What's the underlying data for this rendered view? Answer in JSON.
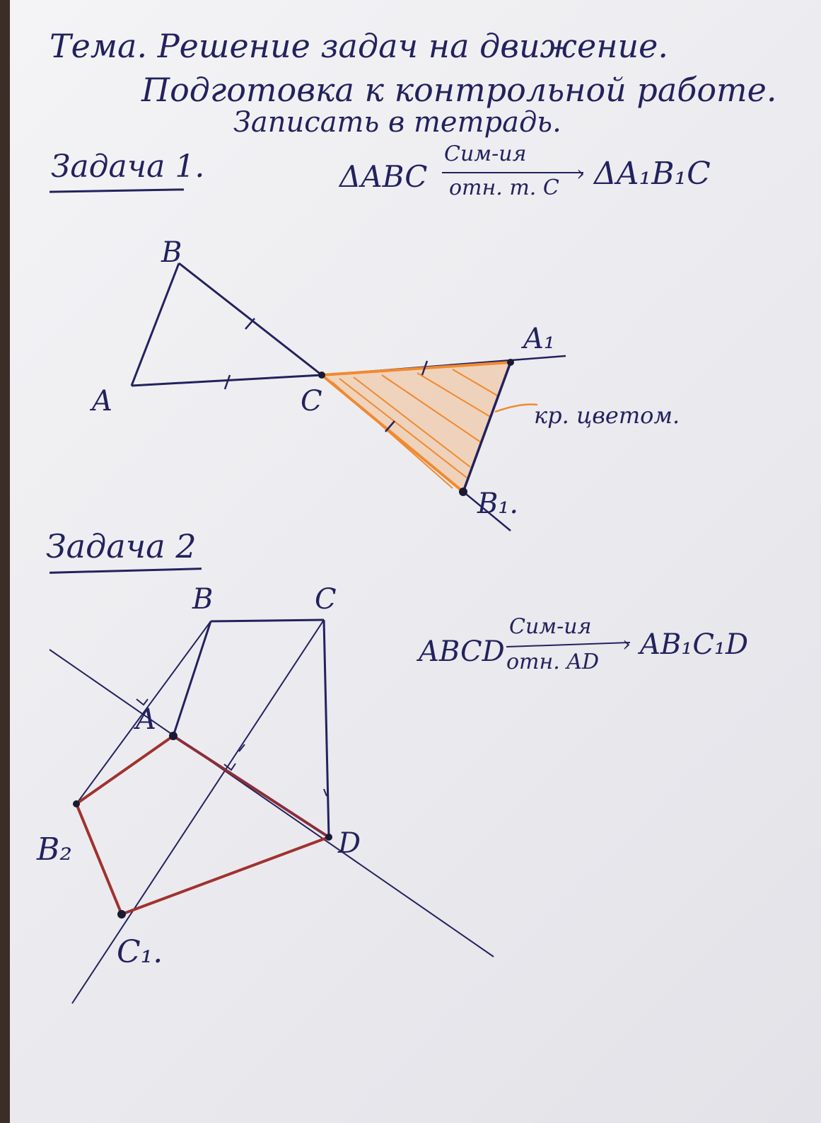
{
  "header": {
    "topic": "Тема. Решение задач на движение.",
    "prep": "Подготовка к контрольной работе.",
    "write": "Записать в тетрадь."
  },
  "task1": {
    "title": "Задача 1.",
    "formula_left": "ΔABC",
    "formula_top": "Сим-ия",
    "formula_bottom": "отн. т. C",
    "formula_right": "ΔA₁B₁C",
    "note": "кр. цветом.",
    "labels": {
      "A": "A",
      "B": "B",
      "C": "C",
      "A1": "A₁",
      "B1": "B₁."
    }
  },
  "task2": {
    "title": "Задача 2",
    "formula_left": "ABCD",
    "formula_top": "Сим-ия",
    "formula_bottom": "отн. AD",
    "formula_right": "AB₁C₁D",
    "labels": {
      "A": "A",
      "B": "B",
      "C": "C",
      "D": "D",
      "B1": "B₂",
      "C1": "C₁."
    }
  },
  "colors": {
    "ink": "#23225e",
    "orange": "#f08a30",
    "red": "#a0322e",
    "paper": "#f0f0f3"
  }
}
